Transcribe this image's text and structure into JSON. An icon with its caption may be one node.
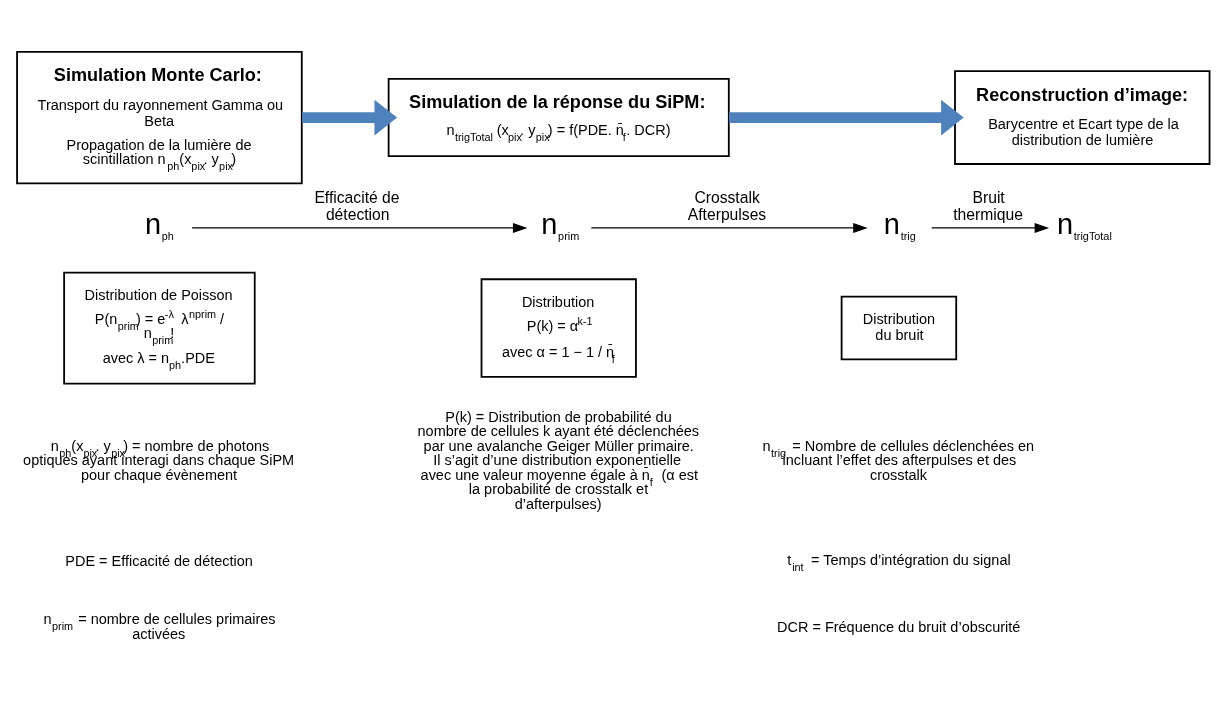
{
  "diagram": {
    "nodes": [
      {
        "text": [
          "Simulation Monte Carlo:",
          "Transport du rayonnement Gamma ou Beta",
          "Propagation de la lumière de scintillation n$_{ph}$(x$_{pix}$. y$_{pix}$)"
        ]
      },
      {
        "text": [
          "Simulation de la réponse du SiPM:",
          "n$_{trigTotal}$ (x$_{pix}$. y$_{pix}$) = f(PDE. n̄$_{f}$. DCR)"
        ]
      },
      {
        "text": [
          "Reconstruction d’image:",
          "Barycentre et Ecart type de la distribution de lumière"
        ]
      },
      {
        "text": [
          "n$_{ph}$"
        ]
      },
      {
        "text": [
          "n$_{prim}$"
        ]
      },
      {
        "text": [
          "n$_{trig}$"
        ]
      },
      {
        "text": [
          "n$_{trigTotal}$"
        ]
      },
      {
        "text": [
          "Distribution de Poisson",
          "P(n$_{prim}$) = e$^{-λ}$ λ$^{nprim}$ / n$_{prim}$!",
          "avec λ = n$_{ph}$.PDE"
        ]
      },
      {
        "text": [
          "Distribution",
          "P(k) = α$^{k-1}$",
          "avec α = 1 − 1 / n̄$_{f}$"
        ]
      },
      {
        "text": [
          "Distribution du bruit"
        ]
      }
    ],
    "edges": [
      {
        "from": 0,
        "to": 1,
        "arrow": "to",
        "style": "thick",
        "color": "#4f81bd"
      },
      {
        "from": 1,
        "to": 2,
        "arrow": "to",
        "style": "thick",
        "color": "#4f81bd"
      },
      {
        "from": 3,
        "to": 4,
        "arrow": "to",
        "label": "Efficacité de détection"
      },
      {
        "from": 4,
        "to": 5,
        "arrow": "to",
        "label": "Crosstalk Afterpulses"
      },
      {
        "from": 5,
        "to": 6,
        "arrow": "to",
        "label": "Bruit thermique"
      }
    ],
    "labels": [
      "n$_{ph}$(x$_{pix}$. y$_{pix}$) = nombre de photons optiques ayant interagi dans chaque SiPM pour chaque évènement",
      "PDE = Efficacité de détection",
      "n$_{prim}$ = nombre de cellules primaires activées",
      "P(k) = Distribution de probabilité du nombre de cellules k ayant été déclenchées par une avalanche Geiger Müller primaire. Il s’agit d’une distribution exponentielle avec une valeur moyenne égale à n̄$_{f}$ (α est la probabilité de crosstalk et d’afterpulses)",
      "n$_{trig}$ = Nombre de cellules déclenchées en incluant l’effet des afterpulses et des crosstalk",
      "t$_{int}$ = Temps d’intégration du signal",
      "DCR = Fréquence du bruit d’obscurité"
    ]
  }
}
